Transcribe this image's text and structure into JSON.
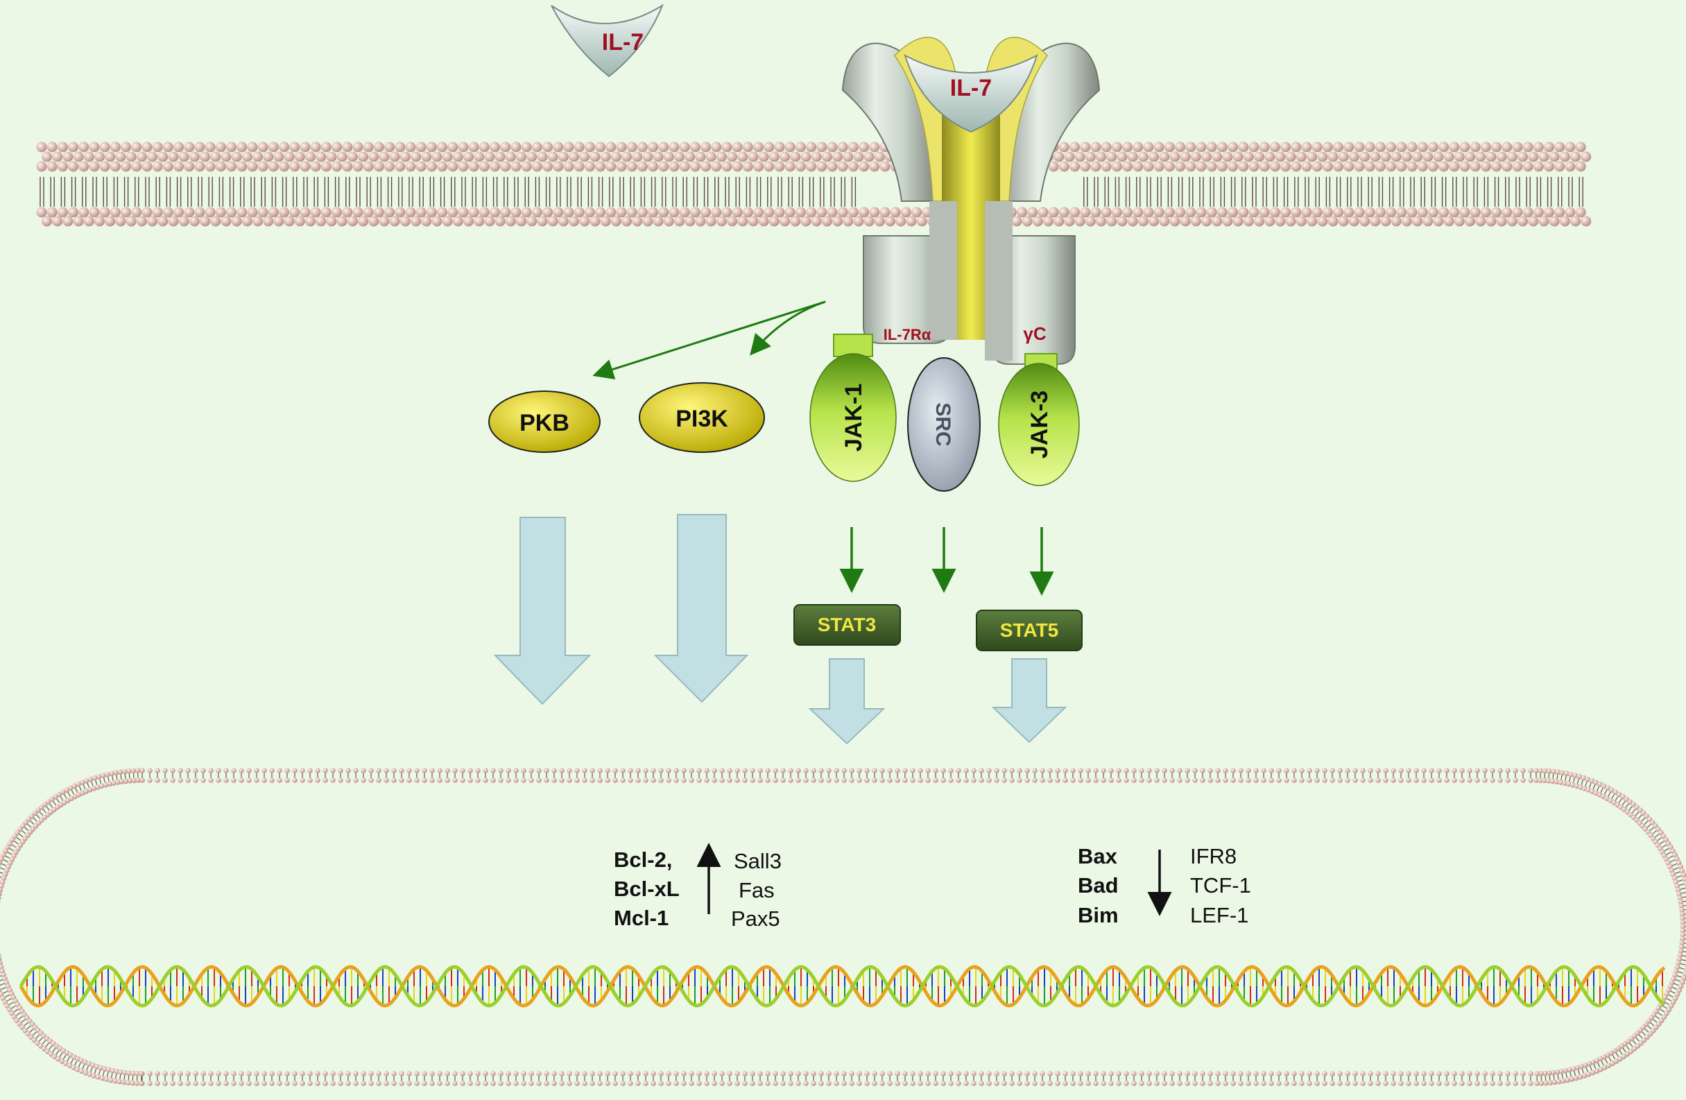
{
  "ligand": {
    "free": "IL-7",
    "bound": "IL-7"
  },
  "receptor": {
    "alpha": "IL-7Rα",
    "gamma": "γC"
  },
  "kinases": {
    "pkb": "PKB",
    "pi3k": "PI3K",
    "jak1": "JAK-1",
    "src": "SRC",
    "jak3": "JAK-3"
  },
  "stats": {
    "stat3": "STAT3",
    "stat5": "STAT5"
  },
  "nucleus": {
    "upregulated": [
      "Bcl-2,",
      "Bcl-xL",
      "Mcl-1"
    ],
    "downregulated_by_up": [
      "Sall3",
      "Fas",
      "Pax5"
    ],
    "downregulated": [
      "Bax",
      "Bad",
      "Bim"
    ],
    "upregulated_by_down": [
      "IFR8",
      "TCF-1",
      "LEF-1"
    ]
  },
  "colors": {
    "background": "#ebf8e6",
    "label_red": "#a01020",
    "arrow_green": "#1f7a12",
    "stat_text": "#f2e640",
    "kinase_yellow": "#e8d800",
    "jak_green": "#b6e34a",
    "block_arrow": "#c2dfe4"
  }
}
